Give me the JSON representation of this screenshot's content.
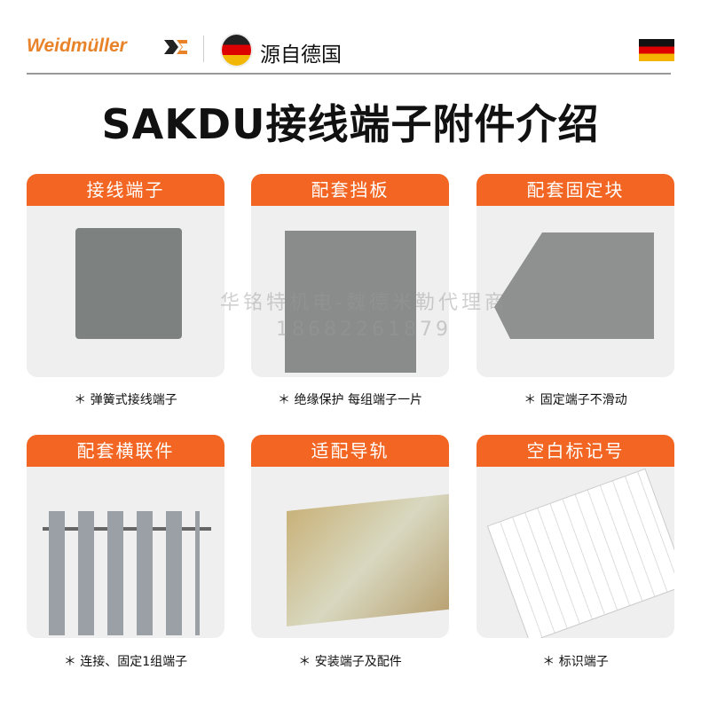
{
  "header": {
    "brand": "Weidmüller",
    "origin": "源自德国"
  },
  "title": "SAKDU接线端子附件介绍",
  "cards": [
    {
      "label": "接线端子",
      "caption": "＊ 弹簧式接线端子"
    },
    {
      "label": "配套挡板",
      "caption": "＊ 绝缘保护  每组端子一片"
    },
    {
      "label": "配套固定块",
      "caption": "＊ 固定端子不滑动"
    },
    {
      "label": "配套横联件",
      "caption": "＊ 连接、固定1组端子"
    },
    {
      "label": "适配导轨",
      "caption": "＊ 安装端子及配件"
    },
    {
      "label": "空白标记号",
      "caption": "＊ 标识端子"
    }
  ],
  "watermark": {
    "line1": "华铭特机电-魏德米勒代理商",
    "line2": "18682261879"
  },
  "colors": {
    "accent": "#f26522",
    "brand": "#e8832a"
  }
}
